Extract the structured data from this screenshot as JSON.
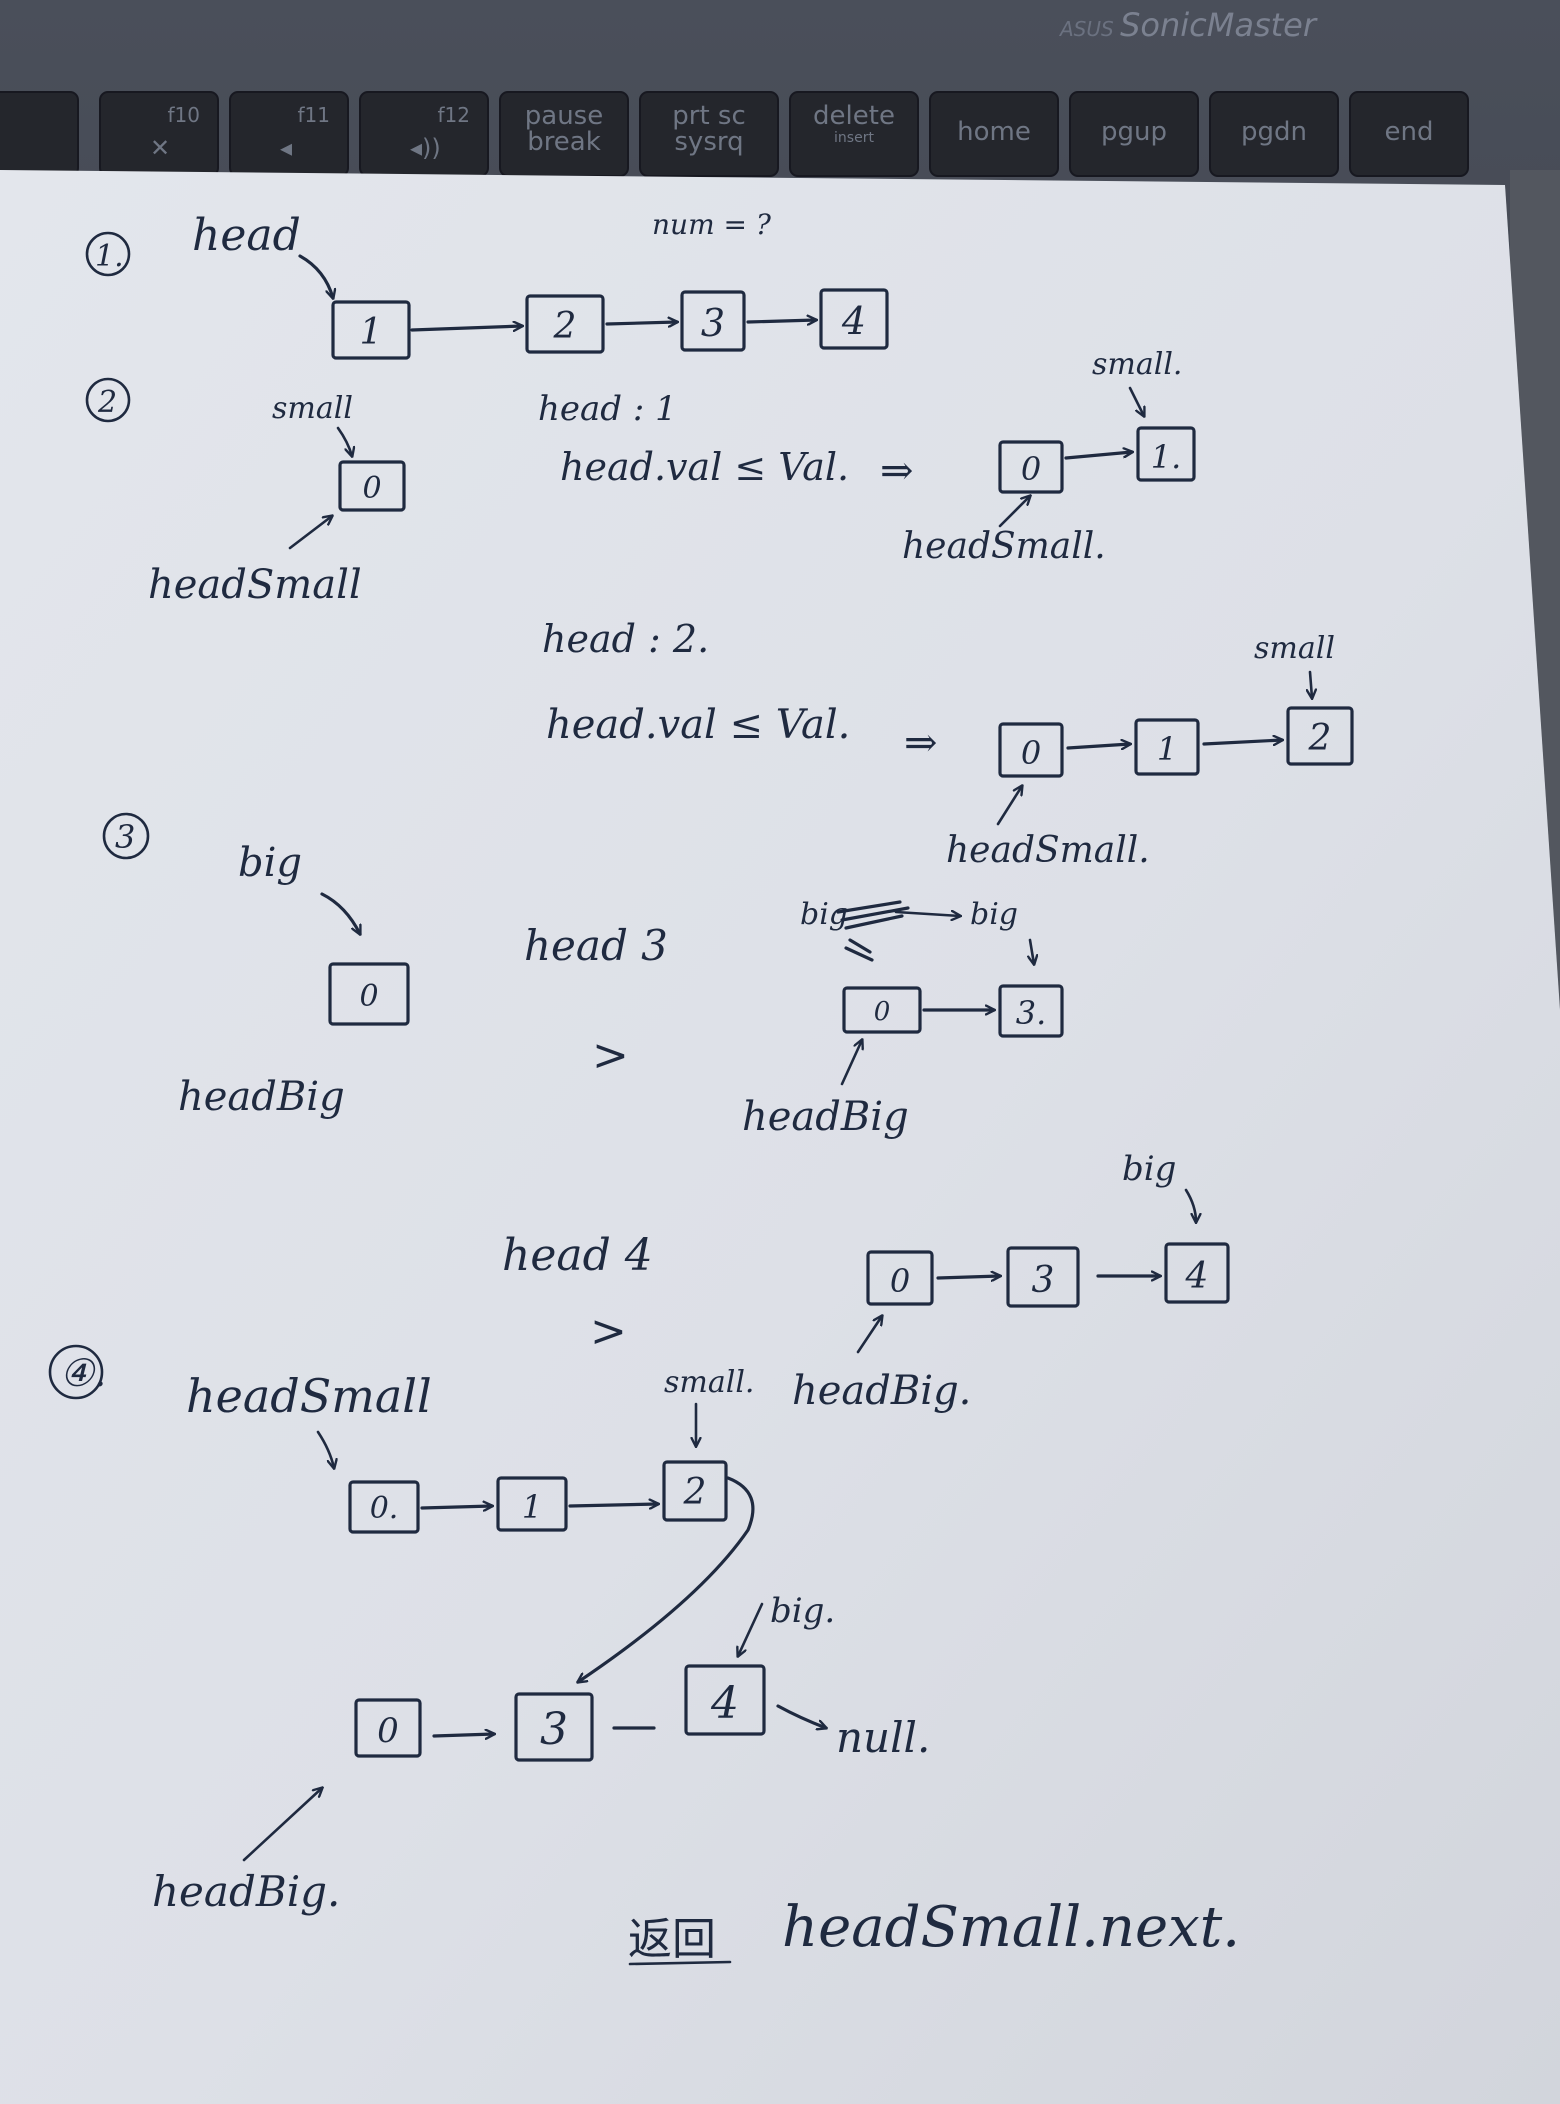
{
  "laptop": {
    "brand": "SonicMaster",
    "keys": [
      {
        "label": "f10",
        "icon": "mute-icon"
      },
      {
        "label": "f11",
        "icon": "volume-down-icon"
      },
      {
        "label": "f12",
        "icon": "volume-up-icon"
      },
      {
        "label": "pause\nbreak"
      },
      {
        "label": "prt sc\nsysrq"
      },
      {
        "label": "delete\ninsert"
      },
      {
        "label": "home"
      },
      {
        "label": "pgup"
      },
      {
        "label": "pgdn"
      },
      {
        "label": "end"
      }
    ]
  },
  "notes": {
    "step1": {
      "marker": "①",
      "head": "head",
      "num": "num = ?",
      "nodes": [
        "1",
        "2",
        "3",
        "4"
      ]
    },
    "step2": {
      "marker": "②",
      "small": "small",
      "node0": "0",
      "headSmall": "headSmall",
      "iter1": {
        "head": "head : 1",
        "cond": "head.val ≤ Val.",
        "arrow": "⇒",
        "small": "small.",
        "nodes": [
          "0",
          "1."
        ],
        "headSmall": "headSmall."
      },
      "iter2": {
        "head": "head : 2.",
        "cond": "head.val ≤ Val.",
        "arrow": "⇒",
        "small": "small",
        "nodes": [
          "0",
          "1",
          "2"
        ],
        "headSmall": "headSmall."
      }
    },
    "step3": {
      "marker": "③",
      "big": "big",
      "node0": "0",
      "headBig": "headBig",
      "iter1": {
        "head": "head 3",
        "cmp": ">",
        "bigOld": "big",
        "bigNew": "big",
        "nodes": [
          "0",
          "3."
        ],
        "headBig": "headBig"
      },
      "iter2": {
        "head": "head 4",
        "cmp": ">",
        "big": "big",
        "nodes": [
          "0",
          "3",
          "4"
        ],
        "headBig": "headBig."
      }
    },
    "step4": {
      "marker": "④.",
      "headSmall": "headSmall",
      "small": "small.",
      "smallNodes": [
        "0.",
        "1",
        "2"
      ],
      "big": "big.",
      "bigNodes": [
        "0",
        "3",
        "4"
      ],
      "null": "null.",
      "headBig": "headBig."
    },
    "result": {
      "prefix": "返回",
      "text": "headSmall.next."
    }
  }
}
